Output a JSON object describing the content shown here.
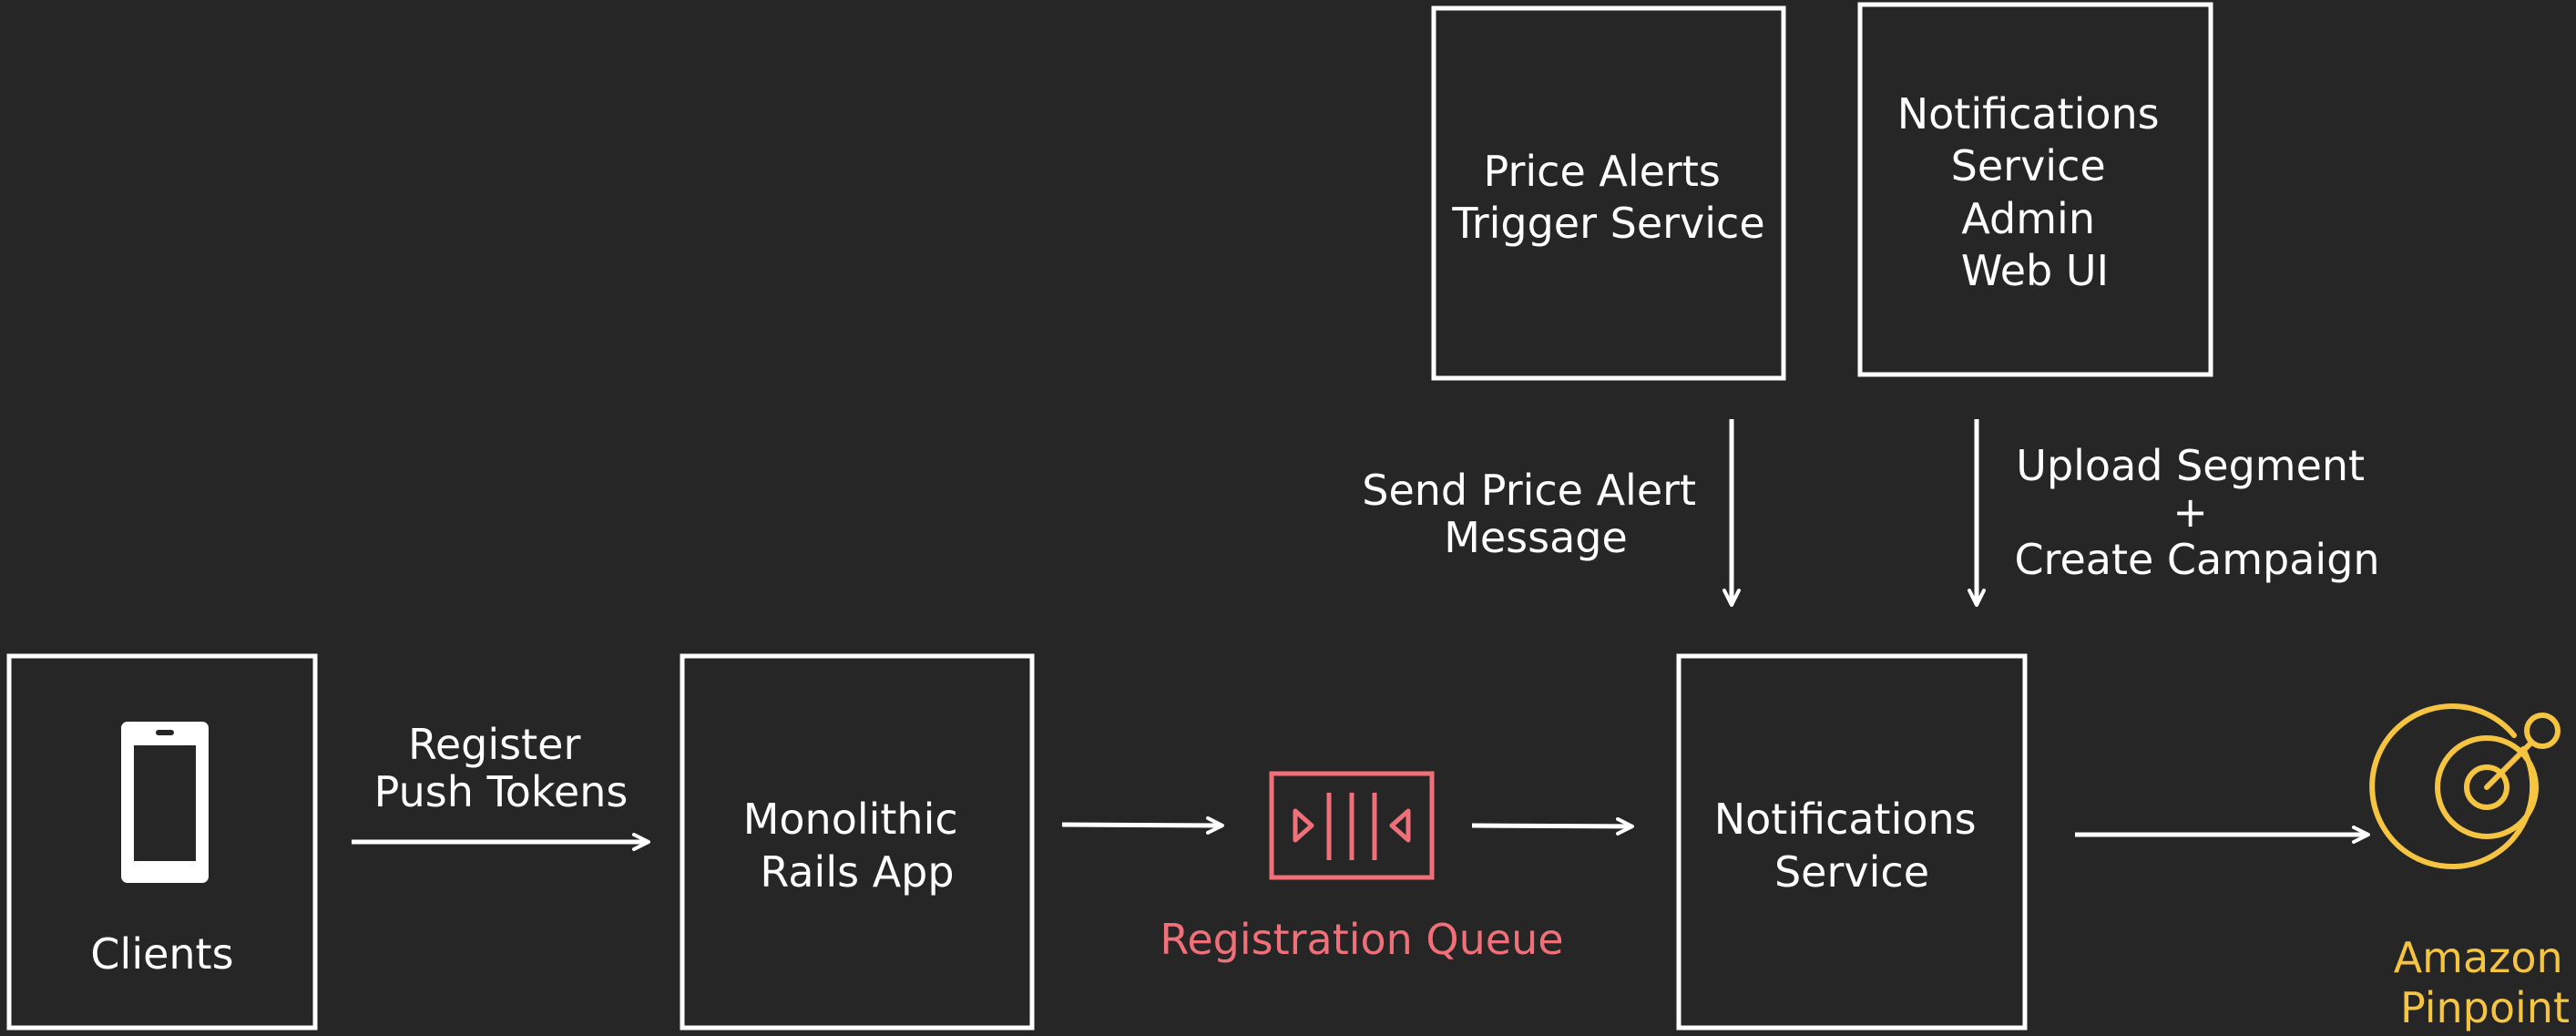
{
  "colors": {
    "background": "#262626",
    "foreground": "#ffffff",
    "queue": "#f0707a",
    "pinpoint": "#f5c542"
  },
  "nodes": {
    "clients": {
      "label": "Clients",
      "icon": "mobile-phone-icon"
    },
    "rails_app": {
      "lines": [
        "Monolithic",
        "Rails App"
      ]
    },
    "registration_queue": {
      "label": "Registration Queue",
      "icon": "queue-icon"
    },
    "notifications_service": {
      "lines": [
        "Notifications",
        "Service"
      ]
    },
    "price_alerts": {
      "lines": [
        "Price Alerts",
        "Trigger Service"
      ]
    },
    "admin_ui": {
      "lines": [
        "Notifications",
        "Service",
        "Admin",
        "Web UI"
      ]
    },
    "amazon_pinpoint": {
      "lines": [
        "Amazon",
        "Pinpoint"
      ],
      "icon": "target-icon"
    }
  },
  "edges": {
    "register_tokens": {
      "lines": [
        "Register",
        "Push Tokens"
      ]
    },
    "send_price_alert": {
      "lines": [
        "Send Price Alert",
        "Message"
      ]
    },
    "upload_segment": {
      "lines": [
        "Upload Segment",
        "+",
        "Create Campaign"
      ]
    }
  }
}
